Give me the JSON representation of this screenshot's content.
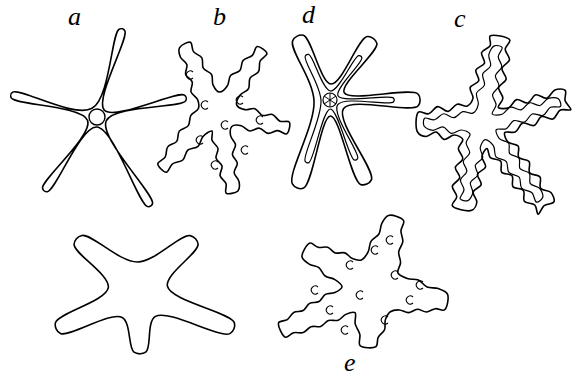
{
  "diagram": {
    "labels": [
      "a",
      "b",
      "d",
      "c",
      "e"
    ]
  }
}
